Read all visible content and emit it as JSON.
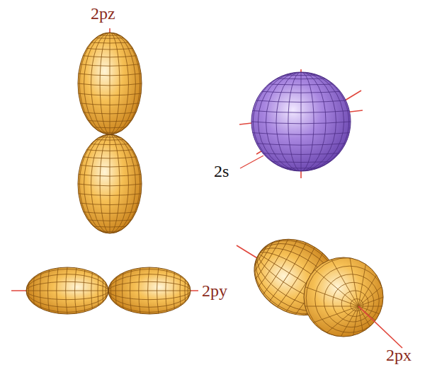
{
  "diagram": {
    "labels": [
      "2pz",
      "2s",
      "2py",
      "2px"
    ]
  }
}
